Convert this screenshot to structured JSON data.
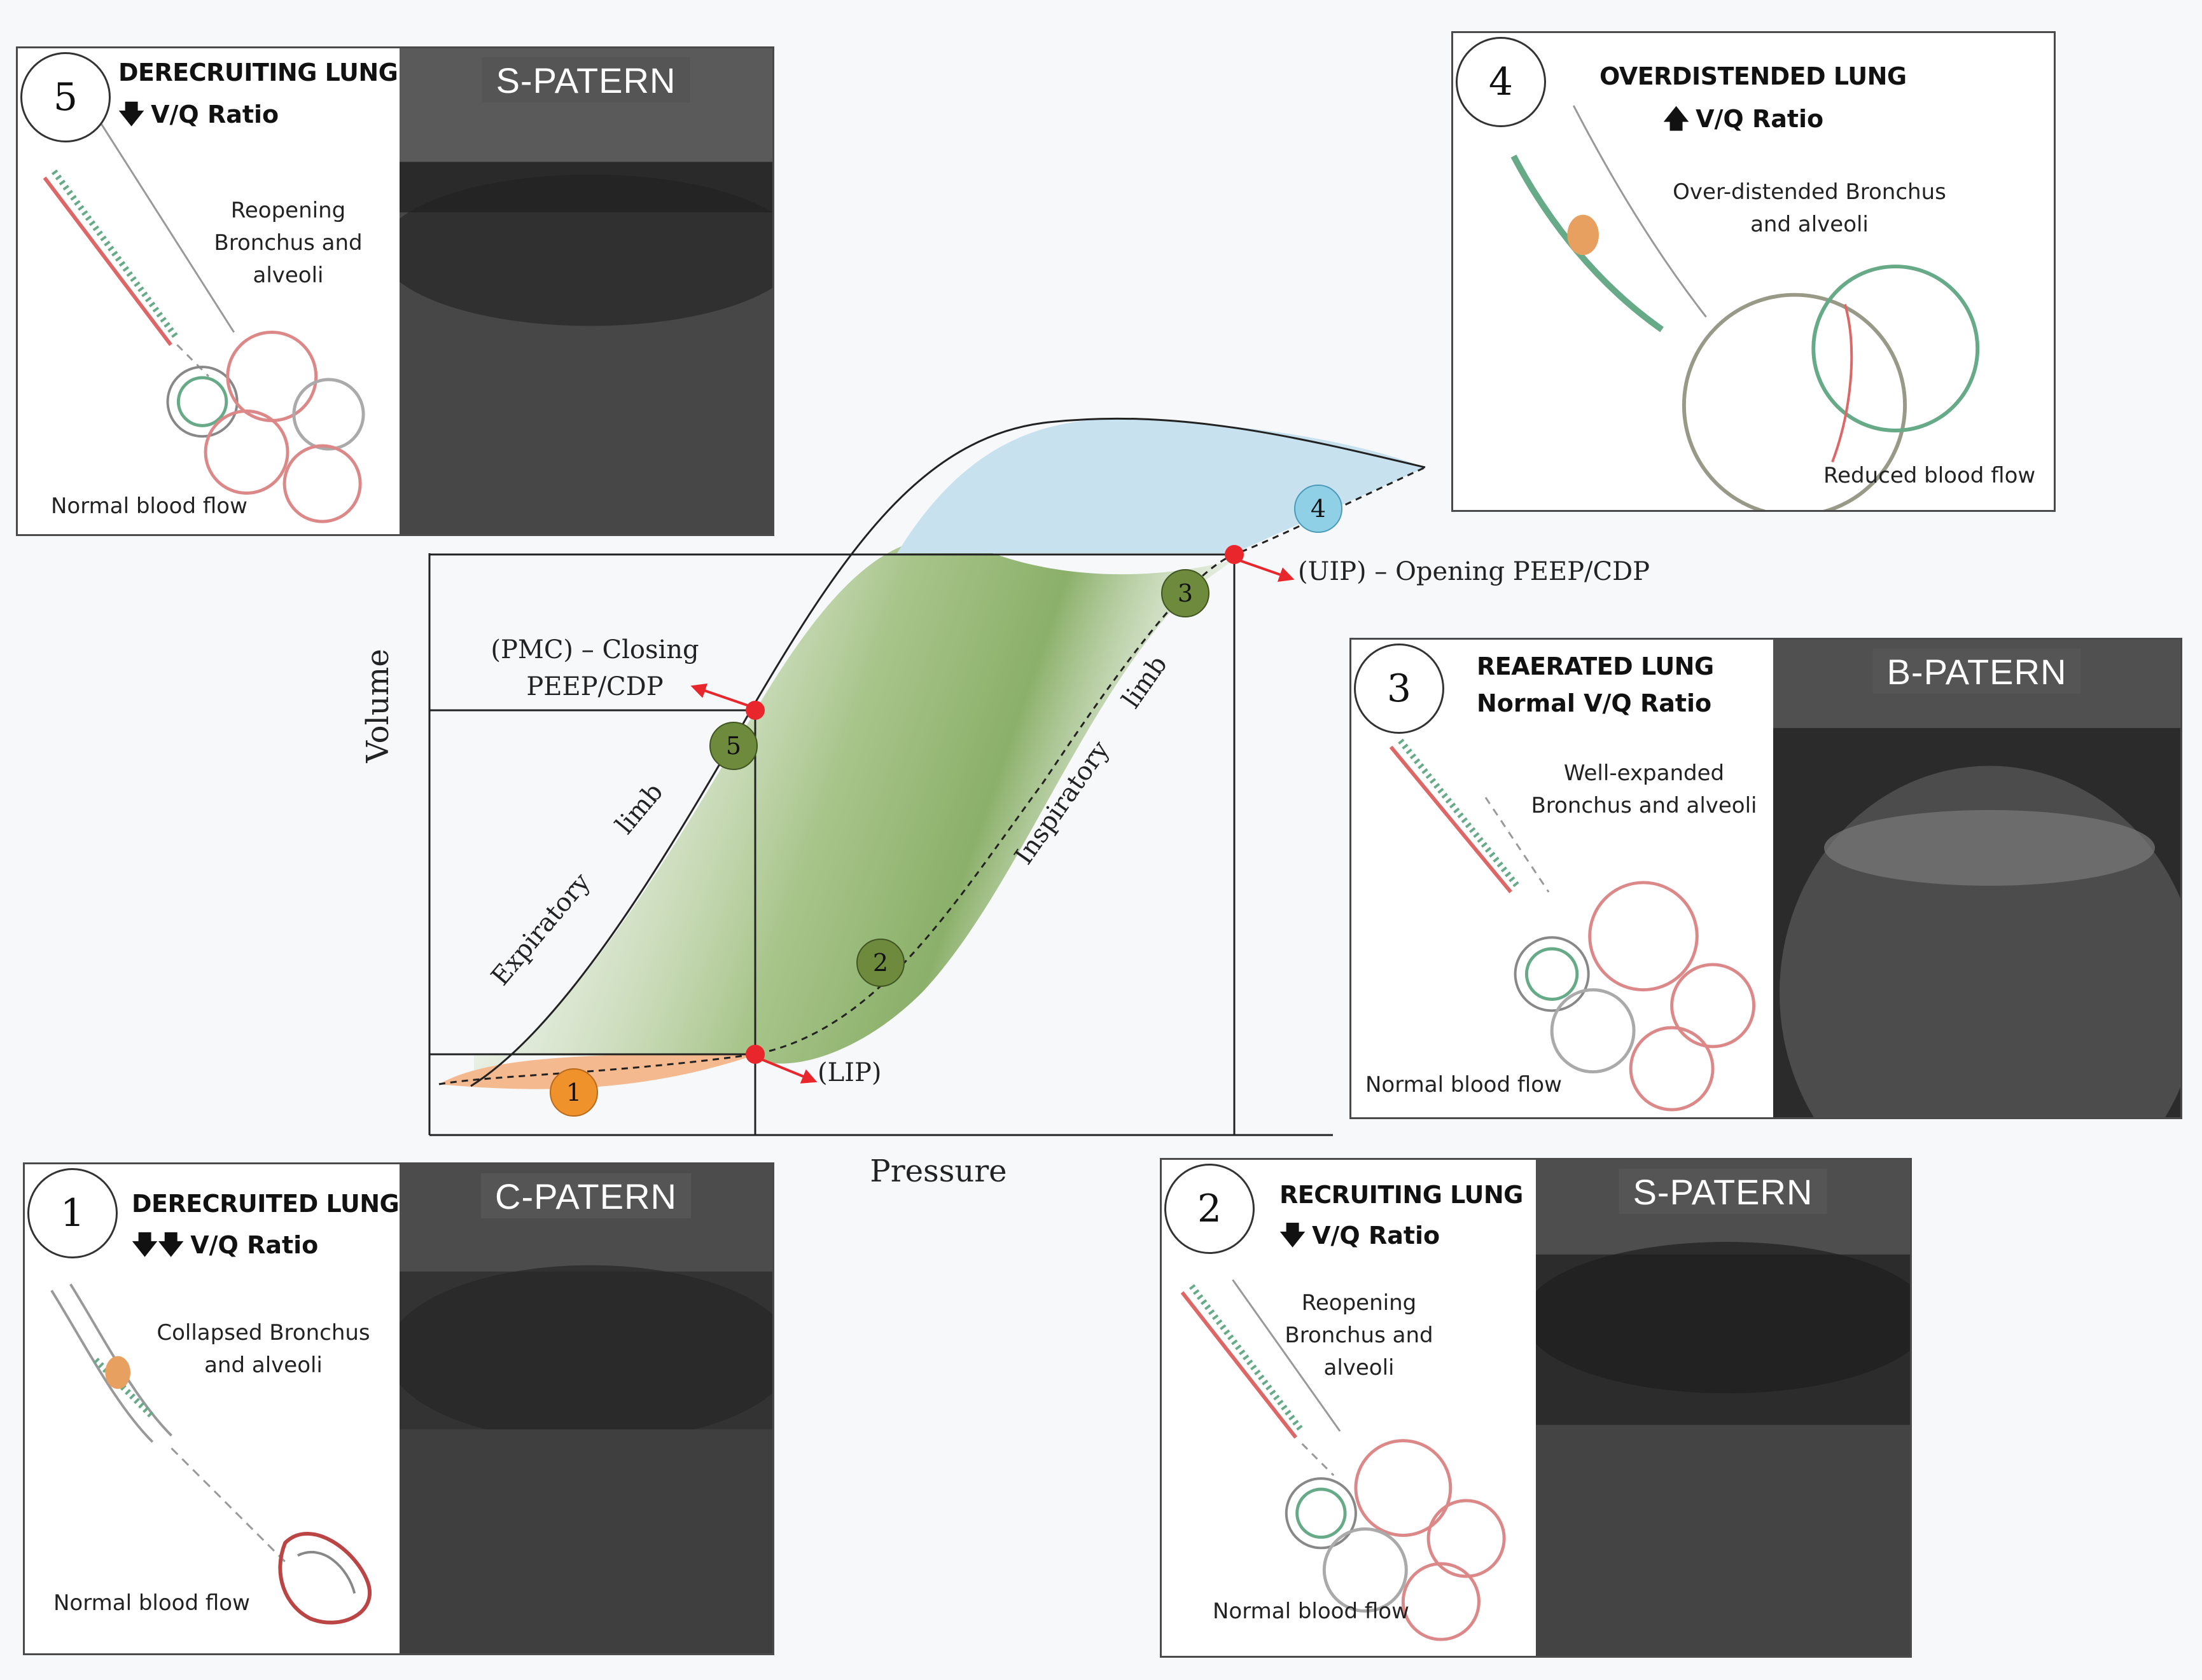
{
  "graph": {
    "y_axis_label": "Volume",
    "x_axis_label": "Pressure",
    "expiratory_limb_label_1": "Expiratory",
    "expiratory_limb_label_2": "limb",
    "inspiratory_limb_label_1": "Inspiratory",
    "inspiratory_limb_label_2": "limb",
    "pmc_label_line1": "(PMC) – Closing",
    "pmc_label_line2": "PEEP/CDP",
    "uip_label": "(UIP) – Opening PEEP/CDP",
    "lip_label": "(LIP)",
    "markers": [
      "1",
      "2",
      "3",
      "4",
      "5"
    ],
    "colors": {
      "green_marker": "#6e8b3d",
      "orange_marker": "#f0922b",
      "blue_marker": "#8fd0e6",
      "red_point": "#e8262b",
      "blue_fill": "#c7e2ee",
      "orange_fill": "#f4b98e",
      "green_fill": "#8fb46a"
    }
  },
  "panels": {
    "p5": {
      "number": "5",
      "title": "DERECRUITING LUNG",
      "ratio": "V/Q Ratio",
      "ratio_arrow": "down",
      "caption": "Reopening\nBronchus and\nalveoli",
      "blood": "Normal blood flow",
      "pattern": "S-PATERN"
    },
    "p4": {
      "number": "4",
      "title": "OVERDISTENDED LUNG",
      "ratio": "V/Q Ratio",
      "ratio_arrow": "up",
      "caption": "Over-distended Bronchus\nand alveoli",
      "blood": "Reduced blood flow"
    },
    "p3": {
      "number": "3",
      "title": "REAERATED LUNG",
      "ratio": "Normal V/Q Ratio",
      "caption": "Well-expanded\nBronchus and alveoli",
      "blood": "Normal blood flow",
      "pattern": "B-PATERN"
    },
    "p1": {
      "number": "1",
      "title": "DERECRUITED LUNG",
      "ratio": "V/Q Ratio",
      "ratio_arrow": "double-down",
      "caption": "Collapsed Bronchus\nand alveoli",
      "blood": "Normal blood flow",
      "pattern": "C-PATERN"
    },
    "p2": {
      "number": "2",
      "title": "RECRUITING LUNG",
      "ratio": "V/Q Ratio",
      "ratio_arrow": "down",
      "caption": "Reopening\nBronchus and\nalveoli",
      "blood": "Normal blood flow",
      "pattern": "S-PATERN"
    }
  }
}
